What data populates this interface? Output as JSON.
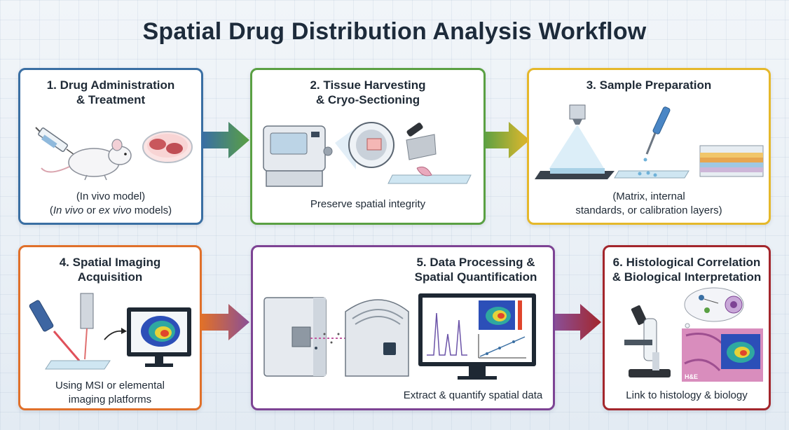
{
  "title": "Spatial Drug Distribution Analysis Workflow",
  "colors": {
    "step1": "#3a6fa3",
    "step2": "#5aa043",
    "step3": "#e5b82b",
    "step4": "#e0702a",
    "step5": "#7d4394",
    "step6": "#a3262c"
  },
  "steps": [
    {
      "title_line1": "1. Drug Administration",
      "title_line2": "& Treatment",
      "caption_line1": "(In vivo model)",
      "caption_italic1": "In vivo",
      "caption_mid": " or ",
      "caption_italic2": "ex vivo",
      "caption_end": " models)"
    },
    {
      "title_line1": "2. Tissue Harvesting",
      "title_line2": "& Cryo-Sectioning",
      "caption_line1": "Preserve spatial integrity"
    },
    {
      "title_line1": "3. Sample Preparation",
      "caption_line1": "(Matrix, internal",
      "caption_line2": "standards, or calibration layers)"
    },
    {
      "title_line1": "4. Spatial Imaging",
      "title_line2": "Acquisition",
      "caption_line1": "Using MSI or elemental",
      "caption_line2": "imaging platforms"
    },
    {
      "title_line1": "5. Data Processing &",
      "title_line2": "Spatial Quantification",
      "caption_line1": "Extract & quantify spatial data"
    },
    {
      "title_line1": "6. Histological Correlation",
      "title_line2": "& Biological Interpretation",
      "caption_line1": "Link to histology & biology",
      "he_label": "H&E"
    }
  ]
}
